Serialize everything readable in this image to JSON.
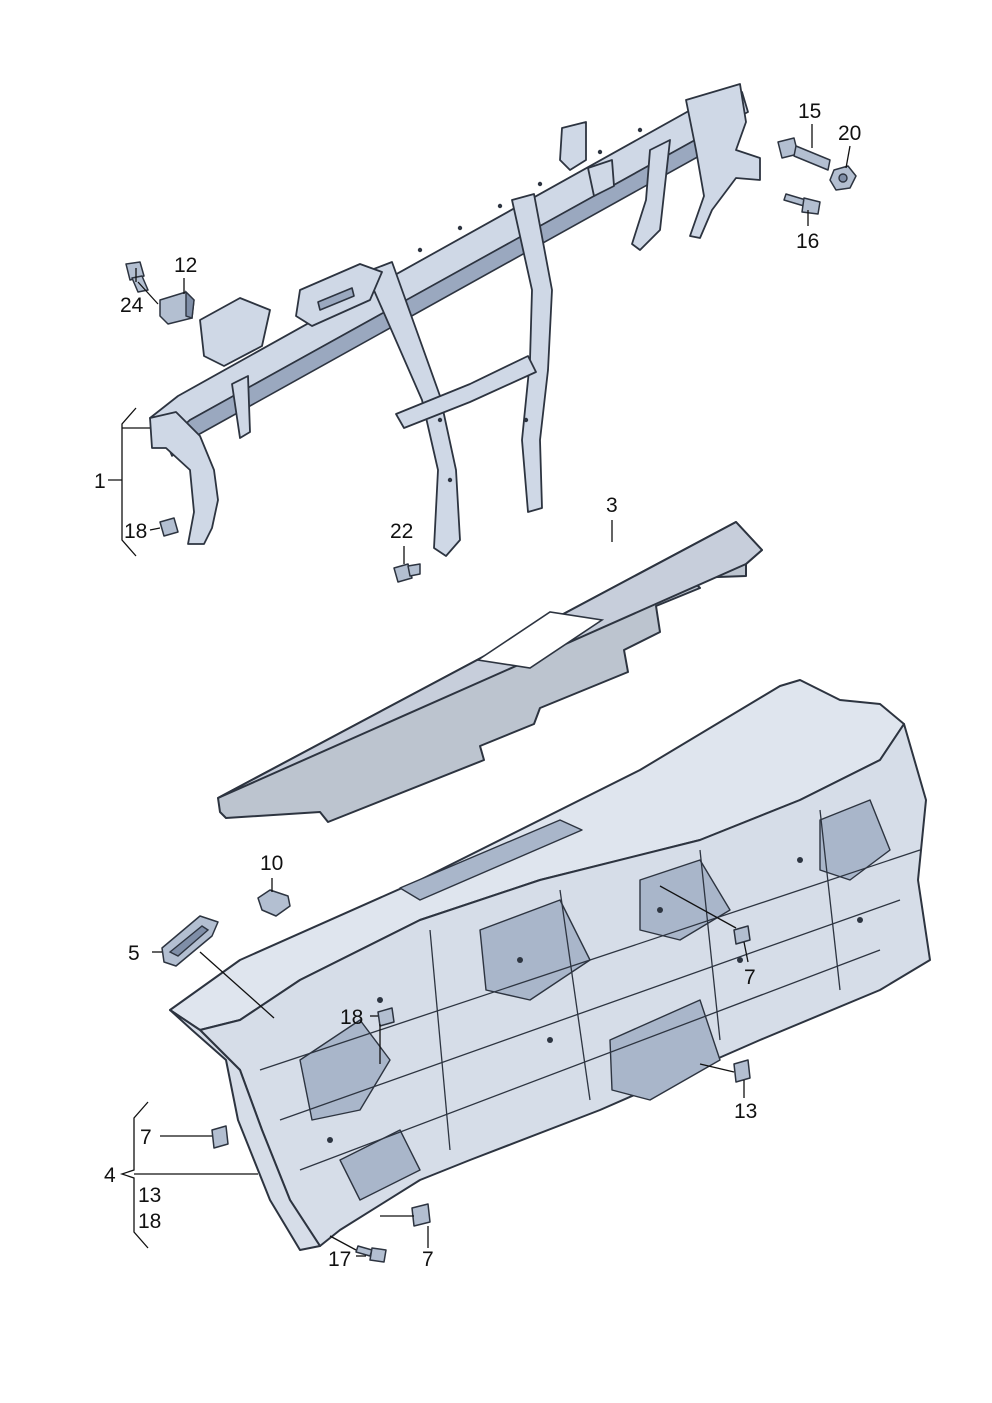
{
  "callouts": {
    "c1": "1",
    "c3": "3",
    "c4": "4",
    "c5": "5",
    "c7a": "7",
    "c7b": "7",
    "c7c": "7",
    "c10": "10",
    "c12": "12",
    "c13a": "13",
    "c13b": "13",
    "c15": "15",
    "c16": "16",
    "c17": "17",
    "c18a": "18",
    "c18b": "18",
    "c18c": "18",
    "c20": "20",
    "c22": "22",
    "c24": "24"
  },
  "colors": {
    "part_fill": "#cfd8e6",
    "part_outline": "#2d3440",
    "insulation_fill": "#bcc4cf"
  }
}
